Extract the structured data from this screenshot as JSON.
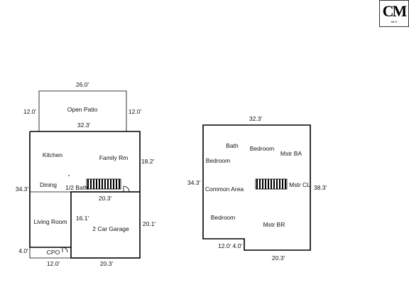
{
  "logo": {
    "mark": "CM",
    "sub": "MLS"
  },
  "first_floor": {
    "dimensions": {
      "patio_width": "26.0'",
      "patio_left_depth": "12.0'",
      "patio_right_depth": "12.0'",
      "house_top_width": "32.3'",
      "right_upper_depth": "18.2'",
      "left_depth": "34.3'",
      "garage_top_width": "20.3'",
      "garage_depth_left": "16.1'",
      "garage_depth_right": "20.1'",
      "cpo_depth": "4.0'",
      "cpo_width": "12.0'",
      "garage_bottom_width": "20.3'"
    },
    "rooms": {
      "open_patio": "Open Patio",
      "kitchen": "Kitchen",
      "family_room": "Family Rm",
      "dining": "Dining",
      "half_bath": "1/2 Bath",
      "living_room": "Living Room",
      "garage": "2 Car Garage",
      "cpo": "CPO"
    }
  },
  "second_floor": {
    "dimensions": {
      "top_width": "32.3'",
      "left_depth": "34.3'",
      "right_depth": "38.3'",
      "notch": "12.0' 4.0'",
      "bottom_width": "20.3'"
    },
    "rooms": {
      "bath": "Bath",
      "bedroom_top": "Bedroom",
      "master_bath": "Mstr BA",
      "bedroom_left": "Bedroom",
      "common_area": "Common Area",
      "master_closet": "Mstr CL",
      "bedroom_bottom": "Bedroom",
      "master_bedroom": "Mstr BR"
    }
  }
}
